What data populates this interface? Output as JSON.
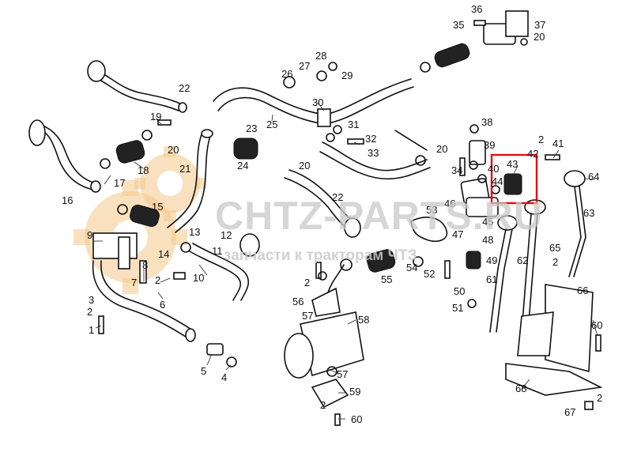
{
  "watermark": {
    "brand": "CHTZ-PARTS.RU",
    "tagline": "запчасти к тракторам ЧТЗ",
    "gear_color": "#f4c98a"
  },
  "highlight": {
    "color": "#e01010",
    "label": "43"
  },
  "labels": {
    "n1": "1",
    "n2": "2",
    "n3": "3",
    "n4": "4",
    "n5": "5",
    "n6": "6",
    "n7": "7",
    "n8": "8",
    "n9": "9",
    "n10": "10",
    "n11": "11",
    "n12": "12",
    "n13": "13",
    "n14": "14",
    "n15": "15",
    "n16": "16",
    "n17": "17",
    "n18": "18",
    "n19": "19",
    "n20": "20",
    "n21": "21",
    "n22": "22",
    "n23": "23",
    "n24": "24",
    "n25": "25",
    "n26": "26",
    "n27": "27",
    "n28": "28",
    "n29": "29",
    "n30": "30",
    "n31": "31",
    "n32": "32",
    "n33": "33",
    "n34": "34",
    "n35": "35",
    "n36": "36",
    "n37": "37",
    "n38": "38",
    "n39": "39",
    "n40": "40",
    "n41": "41",
    "n42": "42",
    "n43": "43",
    "n44": "44",
    "n45": "45",
    "n46": "46",
    "n47": "47",
    "n48": "48",
    "n49": "49",
    "n50": "50",
    "n51": "51",
    "n52": "52",
    "n53": "53",
    "n54": "54",
    "n55": "55",
    "n56": "56",
    "n57": "57",
    "n58": "58",
    "n59": "59",
    "n60": "60",
    "n61": "61",
    "n62": "62",
    "n63": "63",
    "n64": "64",
    "n65": "65",
    "n66": "66",
    "n67": "67",
    "n68": "68"
  }
}
